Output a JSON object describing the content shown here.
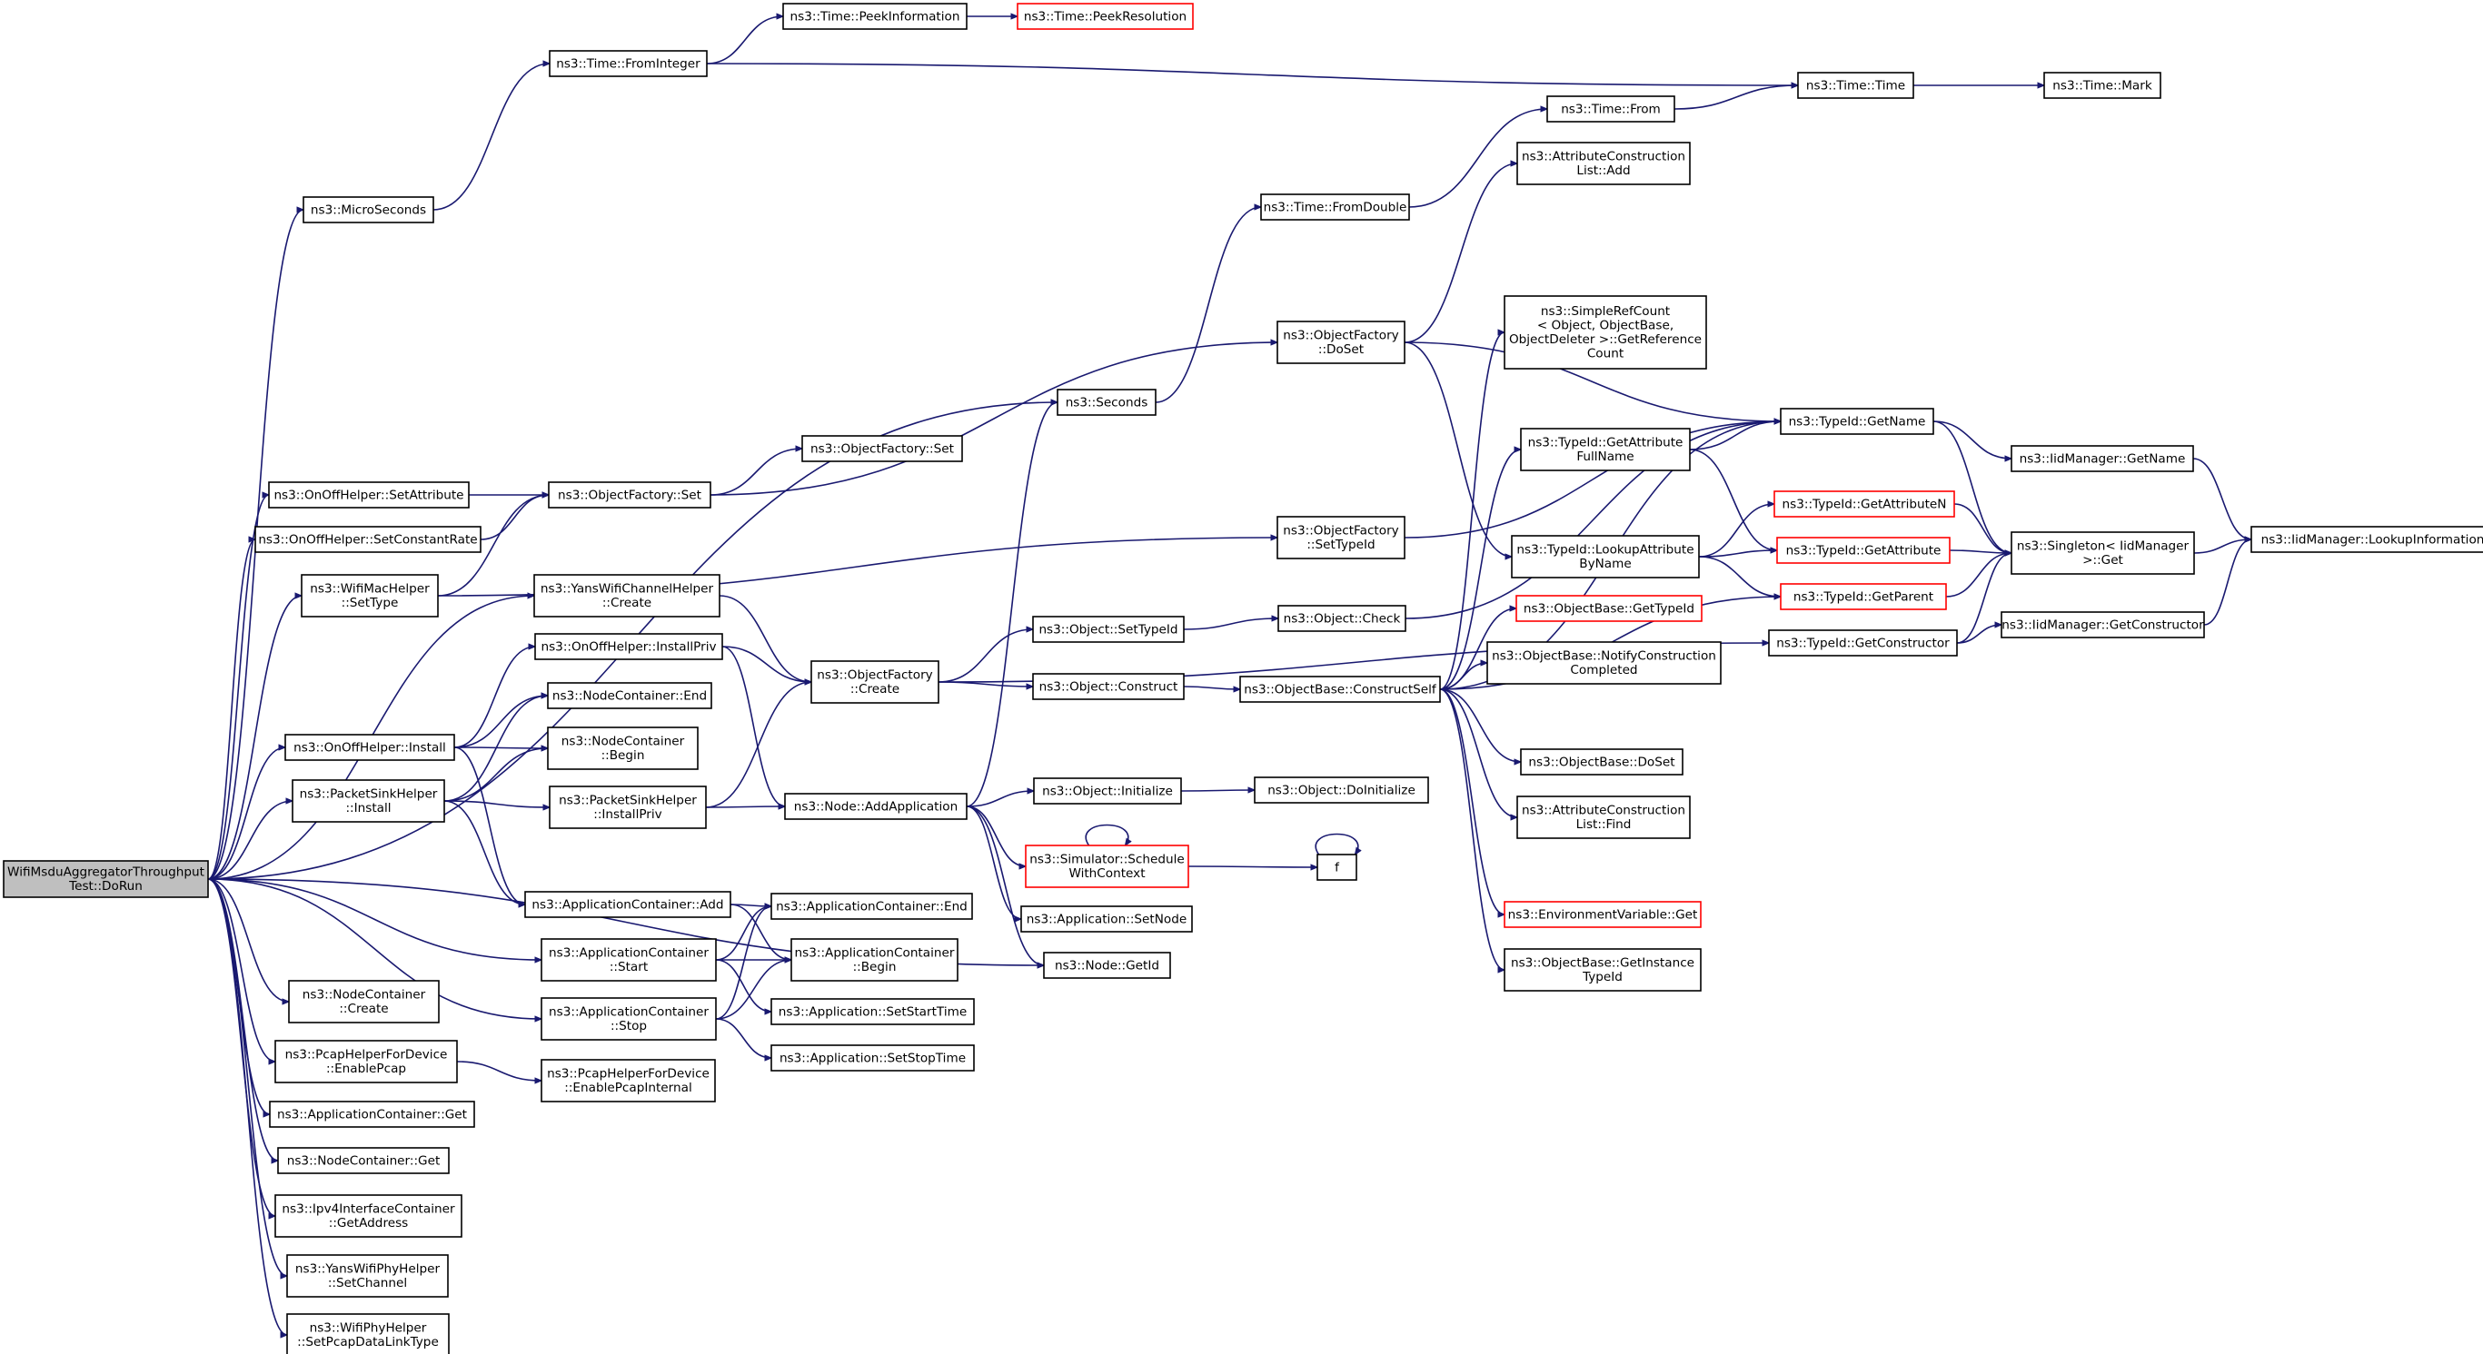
{
  "colors": {
    "edge": "#191970",
    "node_border": "#000000",
    "node_border_truncated": "#ff0000",
    "root_fill": "#bfbfbf",
    "background": "#ffffff"
  },
  "nodes": [
    {
      "id": "root",
      "lines": [
        "WifiMsduAggregatorThroughput",
        "Test::DoRun"
      ],
      "root": true
    },
    {
      "id": "microseconds",
      "lines": [
        "ns3::MicroSeconds"
      ]
    },
    {
      "id": "fromint",
      "lines": [
        "ns3::Time::FromInteger"
      ]
    },
    {
      "id": "peekinfo",
      "lines": [
        "ns3::Time::PeekInformation"
      ]
    },
    {
      "id": "peekres",
      "lines": [
        "ns3::Time::PeekResolution"
      ],
      "red": true
    },
    {
      "id": "timetime",
      "lines": [
        "ns3::Time::Time"
      ]
    },
    {
      "id": "timemark",
      "lines": [
        "ns3::Time::Mark"
      ]
    },
    {
      "id": "timefrom",
      "lines": [
        "ns3::Time::From"
      ]
    },
    {
      "id": "fromdouble",
      "lines": [
        "ns3::Time::FromDouble"
      ]
    },
    {
      "id": "attrconstradd",
      "lines": [
        "ns3::AttributeConstruction",
        "List::Add"
      ]
    },
    {
      "id": "seconds",
      "lines": [
        "ns3::Seconds"
      ]
    },
    {
      "id": "ofdoset",
      "lines": [
        "ns3::ObjectFactory",
        "::DoSet"
      ]
    },
    {
      "id": "simplerefcount",
      "lines": [
        "ns3::SimpleRefCount",
        "< Object, ObjectBase,",
        "ObjectDeleter >::GetReference",
        "Count"
      ]
    },
    {
      "id": "onoffsetattr",
      "lines": [
        "ns3::OnOffHelper::SetAttribute"
      ]
    },
    {
      "id": "ofset",
      "lines": [
        "ns3::ObjectFactory::Set"
      ]
    },
    {
      "id": "ofset2",
      "lines": [
        "ns3::ObjectFactory::Set"
      ]
    },
    {
      "id": "onoffsetrate",
      "lines": [
        "ns3::OnOffHelper::SetConstantRate"
      ]
    },
    {
      "id": "wifimacsettype",
      "lines": [
        "ns3::WifiMacHelper",
        "::SetType"
      ]
    },
    {
      "id": "ofsettypeid",
      "lines": [
        "ns3::ObjectFactory",
        "::SetTypeId"
      ]
    },
    {
      "id": "typeidgetname",
      "lines": [
        "ns3::TypeId::GetName"
      ]
    },
    {
      "id": "iidgetname",
      "lines": [
        "ns3::IidManager::GetName"
      ]
    },
    {
      "id": "getattrfullname",
      "lines": [
        "ns3::TypeId::GetAttribute",
        "FullName"
      ]
    },
    {
      "id": "getattrn",
      "lines": [
        "ns3::TypeId::GetAttributeN"
      ],
      "red": true
    },
    {
      "id": "singletonget",
      "lines": [
        "ns3::Singleton< IidManager",
        ">::Get"
      ]
    },
    {
      "id": "lookupinfo",
      "lines": [
        "ns3::IidManager::LookupInformation"
      ]
    },
    {
      "id": "lookupattr",
      "lines": [
        "ns3::TypeId::LookupAttribute",
        "ByName"
      ]
    },
    {
      "id": "getattribute",
      "lines": [
        "ns3::TypeId::GetAttribute"
      ],
      "red": true
    },
    {
      "id": "getparent",
      "lines": [
        "ns3::TypeId::GetParent"
      ],
      "red": true
    },
    {
      "id": "getconstructor",
      "lines": [
        "ns3::TypeId::GetConstructor"
      ]
    },
    {
      "id": "iidgetconstructor",
      "lines": [
        "ns3::IidManager::GetConstructor"
      ]
    },
    {
      "id": "yanschcreate",
      "lines": [
        "ns3::YansWifiChannelHelper",
        "::Create"
      ]
    },
    {
      "id": "objchecks",
      "lines": [
        "ns3::Object::Check"
      ]
    },
    {
      "id": "objbasegettypeid",
      "lines": [
        "ns3::ObjectBase::GetTypeId"
      ],
      "red": true
    },
    {
      "id": "onoffinstallpriv",
      "lines": [
        "ns3::OnOffHelper::InstallPriv"
      ]
    },
    {
      "id": "objsettypeid",
      "lines": [
        "ns3::Object::SetTypeId"
      ]
    },
    {
      "id": "ofcreate",
      "lines": [
        "ns3::ObjectFactory",
        "::Create"
      ]
    },
    {
      "id": "notifyconstr",
      "lines": [
        "ns3::ObjectBase::NotifyConstruction",
        "Completed"
      ]
    },
    {
      "id": "nodecontend",
      "lines": [
        "ns3::NodeContainer::End"
      ]
    },
    {
      "id": "objconstruct",
      "lines": [
        "ns3::Object::Construct"
      ]
    },
    {
      "id": "constructself",
      "lines": [
        "ns3::ObjectBase::ConstructSelf"
      ]
    },
    {
      "id": "onoffinstall",
      "lines": [
        "ns3::OnOffHelper::Install"
      ]
    },
    {
      "id": "nodecontbegin",
      "lines": [
        "ns3::NodeContainer",
        "::Begin"
      ]
    },
    {
      "id": "objbasedoset",
      "lines": [
        "ns3::ObjectBase::DoSet"
      ]
    },
    {
      "id": "objinitialize",
      "lines": [
        "ns3::Object::Initialize"
      ]
    },
    {
      "id": "objdoinitialize",
      "lines": [
        "ns3::Object::DoInitialize"
      ]
    },
    {
      "id": "pktsinkinstall",
      "lines": [
        "ns3::PacketSinkHelper",
        "::Install"
      ]
    },
    {
      "id": "pktsinkinstallpriv",
      "lines": [
        "ns3::PacketSinkHelper",
        "::InstallPriv"
      ]
    },
    {
      "id": "nodeaddapp",
      "lines": [
        "ns3::Node::AddApplication"
      ]
    },
    {
      "id": "attrconstrfind",
      "lines": [
        "ns3::AttributeConstruction",
        "List::Find"
      ]
    },
    {
      "id": "schedulectx",
      "lines": [
        "ns3::Simulator::Schedule",
        "WithContext"
      ],
      "red": true
    },
    {
      "id": "f",
      "lines": [
        "f"
      ]
    },
    {
      "id": "appcontadd",
      "lines": [
        "ns3::ApplicationContainer::Add"
      ]
    },
    {
      "id": "appcontend",
      "lines": [
        "ns3::ApplicationContainer::End"
      ]
    },
    {
      "id": "envvarget",
      "lines": [
        "ns3::EnvironmentVariable::Get"
      ],
      "red": true
    },
    {
      "id": "appsetnode",
      "lines": [
        "ns3::Application::SetNode"
      ]
    },
    {
      "id": "appcontstart",
      "lines": [
        "ns3::ApplicationContainer",
        "::Start"
      ]
    },
    {
      "id": "appcontbegin",
      "lines": [
        "ns3::ApplicationContainer",
        "::Begin"
      ]
    },
    {
      "id": "nodegetid",
      "lines": [
        "ns3::Node::GetId"
      ]
    },
    {
      "id": "getinstancetypeid",
      "lines": [
        "ns3::ObjectBase::GetInstance",
        "TypeId"
      ]
    },
    {
      "id": "nodecontcreate",
      "lines": [
        "ns3::NodeContainer",
        "::Create"
      ]
    },
    {
      "id": "appcontstop",
      "lines": [
        "ns3::ApplicationContainer",
        "::Stop"
      ]
    },
    {
      "id": "appsetstarttime",
      "lines": [
        "ns3::Application::SetStartTime"
      ]
    },
    {
      "id": "pcapenable",
      "lines": [
        "ns3::PcapHelperForDevice",
        "::EnablePcap"
      ]
    },
    {
      "id": "appsetstoptime",
      "lines": [
        "ns3::Application::SetStopTime"
      ]
    },
    {
      "id": "pcapenableint",
      "lines": [
        "ns3::PcapHelperForDevice",
        "::EnablePcapInternal"
      ]
    },
    {
      "id": "appcontget",
      "lines": [
        "ns3::ApplicationContainer::Get"
      ]
    },
    {
      "id": "nodecontget",
      "lines": [
        "ns3::NodeContainer::Get"
      ]
    },
    {
      "id": "ipv4getaddr",
      "lines": [
        "ns3::Ipv4InterfaceContainer",
        "::GetAddress"
      ]
    },
    {
      "id": "yansphysetch",
      "lines": [
        "ns3::YansWifiPhyHelper",
        "::SetChannel"
      ]
    },
    {
      "id": "wifiphypcap",
      "lines": [
        "ns3::WifiPhyHelper",
        "::SetPcapDataLinkType"
      ]
    }
  ],
  "edges": [
    [
      "root",
      "microseconds"
    ],
    [
      "root",
      "seconds"
    ],
    [
      "root",
      "onoffsetattr"
    ],
    [
      "root",
      "onoffsetrate"
    ],
    [
      "root",
      "wifimacsettype"
    ],
    [
      "root",
      "yanschcreate"
    ],
    [
      "root",
      "onoffinstall"
    ],
    [
      "root",
      "pktsinkinstall"
    ],
    [
      "root",
      "nodegetid"
    ],
    [
      "root",
      "appcontstart"
    ],
    [
      "root",
      "appcontstop"
    ],
    [
      "root",
      "nodecontcreate"
    ],
    [
      "root",
      "pcapenable"
    ],
    [
      "root",
      "appcontget"
    ],
    [
      "root",
      "nodecontget"
    ],
    [
      "root",
      "ipv4getaddr"
    ],
    [
      "root",
      "yansphysetch"
    ],
    [
      "root",
      "wifiphypcap"
    ],
    [
      "microseconds",
      "fromint"
    ],
    [
      "fromint",
      "peekinfo"
    ],
    [
      "peekinfo",
      "peekres"
    ],
    [
      "fromint",
      "timetime"
    ],
    [
      "timetime",
      "timemark"
    ],
    [
      "timefrom",
      "timetime"
    ],
    [
      "fromdouble",
      "timefrom"
    ],
    [
      "seconds",
      "fromdouble"
    ],
    [
      "ofdoset",
      "attrconstradd"
    ],
    [
      "ofdoset",
      "typeidgetname"
    ],
    [
      "ofdoset",
      "lookupattr"
    ],
    [
      "onoffsetattr",
      "ofset"
    ],
    [
      "onoffsetrate",
      "ofset"
    ],
    [
      "wifimacsettype",
      "ofset"
    ],
    [
      "ofset",
      "ofset2"
    ],
    [
      "ofset",
      "ofdoset"
    ],
    [
      "wifimacsettype",
      "ofsettypeid"
    ],
    [
      "ofsettypeid",
      "typeidgetname"
    ],
    [
      "typeidgetname",
      "iidgetname"
    ],
    [
      "typeidgetname",
      "singletonget"
    ],
    [
      "iidgetname",
      "lookupinfo"
    ],
    [
      "getattrfullname",
      "typeidgetname"
    ],
    [
      "getattrfullname",
      "getattribute"
    ],
    [
      "getattrn",
      "singletonget"
    ],
    [
      "getattribute",
      "singletonget"
    ],
    [
      "getparent",
      "singletonget"
    ],
    [
      "singletonget",
      "lookupinfo"
    ],
    [
      "lookupattr",
      "getattrn"
    ],
    [
      "lookupattr",
      "getattribute"
    ],
    [
      "lookupattr",
      "getparent"
    ],
    [
      "getconstructor",
      "singletonget"
    ],
    [
      "getconstructor",
      "iidgetconstructor"
    ],
    [
      "iidgetconstructor",
      "lookupinfo"
    ],
    [
      "yanschcreate",
      "ofcreate"
    ],
    [
      "onoffinstallpriv",
      "ofcreate"
    ],
    [
      "onoffinstallpriv",
      "nodeaddapp"
    ],
    [
      "ofcreate",
      "objsettypeid"
    ],
    [
      "ofcreate",
      "objconstruct"
    ],
    [
      "ofcreate",
      "getconstructor"
    ],
    [
      "objsettypeid",
      "objchecks"
    ],
    [
      "objchecks",
      "typeidgetname"
    ],
    [
      "objconstruct",
      "constructself"
    ],
    [
      "constructself",
      "simplerefcount"
    ],
    [
      "constructself",
      "typeidgetname"
    ],
    [
      "constructself",
      "getattrfullname"
    ],
    [
      "constructself",
      "objbasegettypeid"
    ],
    [
      "constructself",
      "notifyconstr"
    ],
    [
      "constructself",
      "objbasedoset"
    ],
    [
      "constructself",
      "attrconstrfind"
    ],
    [
      "constructself",
      "envvarget"
    ],
    [
      "constructself",
      "getinstancetypeid"
    ],
    [
      "constructself",
      "getparent"
    ],
    [
      "onoffinstall",
      "onoffinstallpriv"
    ],
    [
      "onoffinstall",
      "nodecontend"
    ],
    [
      "onoffinstall",
      "nodecontbegin"
    ],
    [
      "onoffinstall",
      "appcontadd"
    ],
    [
      "pktsinkinstall",
      "nodecontend"
    ],
    [
      "pktsinkinstall",
      "nodecontbegin"
    ],
    [
      "pktsinkinstall",
      "pktsinkinstallpriv"
    ],
    [
      "pktsinkinstall",
      "appcontadd"
    ],
    [
      "pktsinkinstallpriv",
      "ofcreate"
    ],
    [
      "pktsinkinstallpriv",
      "nodeaddapp"
    ],
    [
      "nodeaddapp",
      "seconds"
    ],
    [
      "nodeaddapp",
      "objinitialize"
    ],
    [
      "nodeaddapp",
      "schedulectx"
    ],
    [
      "nodeaddapp",
      "appsetnode"
    ],
    [
      "nodeaddapp",
      "nodegetid"
    ],
    [
      "objinitialize",
      "objdoinitialize"
    ],
    [
      "schedulectx",
      "schedulectx"
    ],
    [
      "schedulectx",
      "f"
    ],
    [
      "f",
      "f"
    ],
    [
      "appcontadd",
      "appcontend"
    ],
    [
      "appcontadd",
      "appcontbegin"
    ],
    [
      "appcontstart",
      "appcontend"
    ],
    [
      "appcontstart",
      "appcontbegin"
    ],
    [
      "appcontstart",
      "appsetstarttime"
    ],
    [
      "appcontstop",
      "appcontend"
    ],
    [
      "appcontstop",
      "appcontbegin"
    ],
    [
      "appcontstop",
      "appsetstoptime"
    ],
    [
      "pcapenable",
      "pcapenableint"
    ]
  ]
}
